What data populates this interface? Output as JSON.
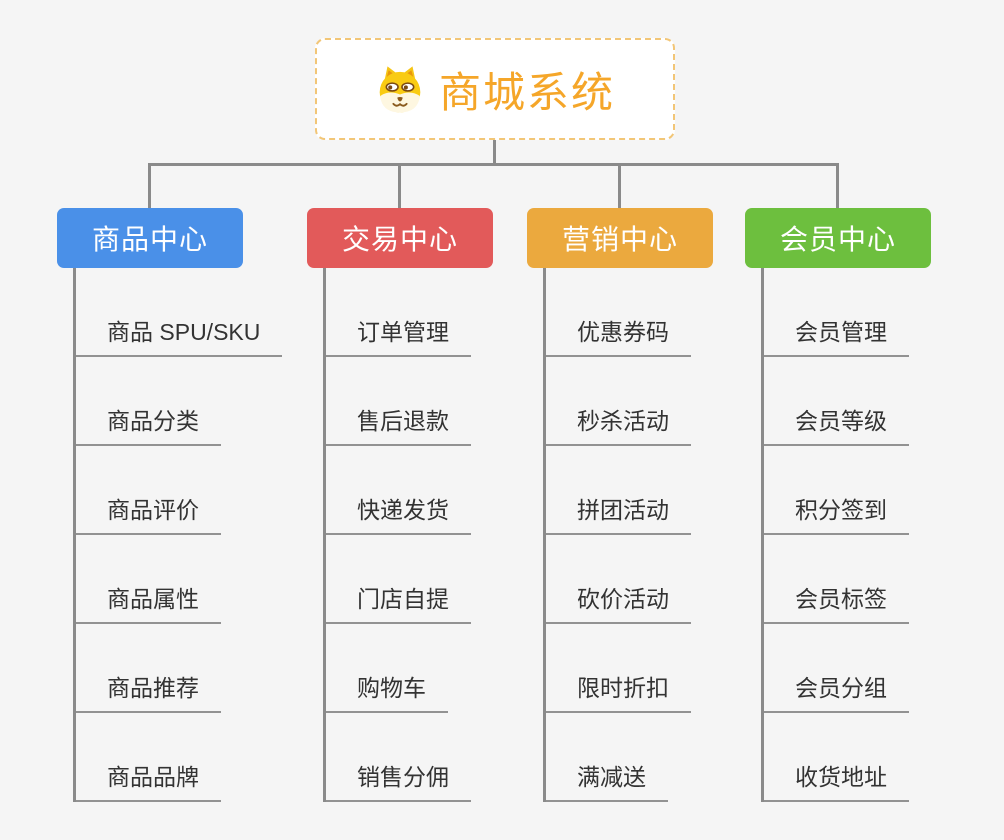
{
  "root": {
    "title": "商城系统",
    "icon": "dog-icon",
    "accent_color": "#f5a629",
    "border_color": "#f2c677"
  },
  "connector_color": "#8a8a8a",
  "branches": [
    {
      "label": "商品中心",
      "color": "#4a90e8",
      "items": [
        "商品 SPU/SKU",
        "商品分类",
        "商品评价",
        "商品属性",
        "商品推荐",
        "商品品牌"
      ]
    },
    {
      "label": "交易中心",
      "color": "#e25a5a",
      "items": [
        "订单管理",
        "售后退款",
        "快递发货",
        "门店自提",
        "购物车",
        "销售分佣"
      ]
    },
    {
      "label": "营销中心",
      "color": "#eba93e",
      "items": [
        "优惠券码",
        "秒杀活动",
        "拼团活动",
        "砍价活动",
        "限时折扣",
        "满减送"
      ]
    },
    {
      "label": "会员中心",
      "color": "#6dbf3e",
      "items": [
        "会员管理",
        "会员等级",
        "积分签到",
        "会员标签",
        "会员分组",
        "收货地址"
      ]
    }
  ]
}
